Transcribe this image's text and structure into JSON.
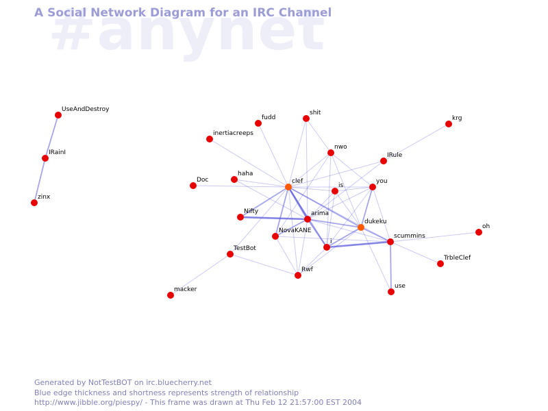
{
  "header": {
    "watermark": "#anynet",
    "title": "A Social Network Diagram for an IRC Channel"
  },
  "colors": {
    "edge": "#5b5bdd",
    "node": "#e80000",
    "node_highlight": "#ff5a00"
  },
  "graph": {
    "nodes": [
      {
        "id": "UseAndDestroy",
        "label": "UseAndDestroy"
      },
      {
        "id": "IRainI",
        "label": "IRainI"
      },
      {
        "id": "zinx",
        "label": "zinx"
      },
      {
        "id": "fudd",
        "label": "fudd"
      },
      {
        "id": "shit",
        "label": "shit"
      },
      {
        "id": "krg",
        "label": "krg"
      },
      {
        "id": "inertiacreeps",
        "label": "inertiacreeps"
      },
      {
        "id": "nwo",
        "label": "nwo"
      },
      {
        "id": "IRule",
        "label": "IRule"
      },
      {
        "id": "haha",
        "label": "haha"
      },
      {
        "id": "Doc",
        "label": "Doc"
      },
      {
        "id": "clef",
        "label": "clef",
        "highlight": true
      },
      {
        "id": "is",
        "label": "is"
      },
      {
        "id": "you",
        "label": "you"
      },
      {
        "id": "Nifty",
        "label": "Nifty"
      },
      {
        "id": "arima",
        "label": "arima"
      },
      {
        "id": "dukeku",
        "label": "dukeku",
        "highlight": true
      },
      {
        "id": "NovaKANE",
        "label": "NovaKANE"
      },
      {
        "id": "scummins",
        "label": "scummins"
      },
      {
        "id": "oh",
        "label": "oh"
      },
      {
        "id": "TestBot",
        "label": "TestBot"
      },
      {
        "id": "i",
        "label": "i"
      },
      {
        "id": "TrbleClef",
        "label": "TrbleClef"
      },
      {
        "id": "Rwf",
        "label": "Rwf"
      },
      {
        "id": "use",
        "label": "use"
      },
      {
        "id": "macker",
        "label": "macker"
      }
    ],
    "edges": [
      {
        "source": "UseAndDestroy",
        "target": "IRainI",
        "weight": 2
      },
      {
        "source": "IRainI",
        "target": "zinx",
        "weight": 2
      },
      {
        "source": "inertiacreeps",
        "target": "clef",
        "weight": 1
      },
      {
        "source": "fudd",
        "target": "clef",
        "weight": 1
      },
      {
        "source": "shit",
        "target": "clef",
        "weight": 1
      },
      {
        "source": "shit",
        "target": "nwo",
        "weight": 1
      },
      {
        "source": "shit",
        "target": "arima",
        "weight": 1
      },
      {
        "source": "krg",
        "target": "IRule",
        "weight": 1
      },
      {
        "source": "nwo",
        "target": "clef",
        "weight": 1
      },
      {
        "source": "nwo",
        "target": "you",
        "weight": 1
      },
      {
        "source": "nwo",
        "target": "NovaKANE",
        "weight": 1
      },
      {
        "source": "nwo",
        "target": "dukeku",
        "weight": 1
      },
      {
        "source": "nwo",
        "target": "i",
        "weight": 1
      },
      {
        "source": "IRule",
        "target": "clef",
        "weight": 1
      },
      {
        "source": "IRule",
        "target": "arima",
        "weight": 1
      },
      {
        "source": "haha",
        "target": "clef",
        "weight": 1
      },
      {
        "source": "haha",
        "target": "arima",
        "weight": 1
      },
      {
        "source": "Doc",
        "target": "clef",
        "weight": 1
      },
      {
        "source": "clef",
        "target": "is",
        "weight": 1
      },
      {
        "source": "clef",
        "target": "you",
        "weight": 1
      },
      {
        "source": "clef",
        "target": "Nifty",
        "weight": 2
      },
      {
        "source": "clef",
        "target": "arima",
        "weight": 3
      },
      {
        "source": "clef",
        "target": "dukeku",
        "weight": 2
      },
      {
        "source": "clef",
        "target": "NovaKANE",
        "weight": 2
      },
      {
        "source": "clef",
        "target": "i",
        "weight": 2
      },
      {
        "source": "clef",
        "target": "Rwf",
        "weight": 1
      },
      {
        "source": "clef",
        "target": "scummins",
        "weight": 1
      },
      {
        "source": "clef",
        "target": "TestBot",
        "weight": 1
      },
      {
        "source": "is",
        "target": "you",
        "weight": 1
      },
      {
        "source": "is",
        "target": "arima",
        "weight": 1
      },
      {
        "source": "is",
        "target": "dukeku",
        "weight": 1
      },
      {
        "source": "is",
        "target": "i",
        "weight": 1
      },
      {
        "source": "you",
        "target": "arima",
        "weight": 1
      },
      {
        "source": "you",
        "target": "dukeku",
        "weight": 2
      },
      {
        "source": "you",
        "target": "scummins",
        "weight": 1
      },
      {
        "source": "you",
        "target": "i",
        "weight": 1
      },
      {
        "source": "Nifty",
        "target": "arima",
        "weight": 3
      },
      {
        "source": "arima",
        "target": "dukeku",
        "weight": 2
      },
      {
        "source": "arima",
        "target": "NovaKANE",
        "weight": 2
      },
      {
        "source": "arima",
        "target": "i",
        "weight": 2
      },
      {
        "source": "arima",
        "target": "scummins",
        "weight": 1
      },
      {
        "source": "arima",
        "target": "Rwf",
        "weight": 1
      },
      {
        "source": "dukeku",
        "target": "scummins",
        "weight": 2
      },
      {
        "source": "dukeku",
        "target": "i",
        "weight": 2
      },
      {
        "source": "dukeku",
        "target": "Rwf",
        "weight": 1
      },
      {
        "source": "dukeku",
        "target": "use",
        "weight": 1
      },
      {
        "source": "NovaKANE",
        "target": "scummins",
        "weight": 1
      },
      {
        "source": "NovaKANE",
        "target": "Rwf",
        "weight": 1
      },
      {
        "source": "scummins",
        "target": "oh",
        "weight": 1
      },
      {
        "source": "scummins",
        "target": "TrbleClef",
        "weight": 1
      },
      {
        "source": "scummins",
        "target": "use",
        "weight": 2
      },
      {
        "source": "scummins",
        "target": "i",
        "weight": 3
      },
      {
        "source": "TestBot",
        "target": "macker",
        "weight": 1
      },
      {
        "source": "TestBot",
        "target": "Rwf",
        "weight": 1
      },
      {
        "source": "i",
        "target": "Rwf",
        "weight": 1
      }
    ]
  },
  "footer": {
    "line1": "Generated by NotTestBOT on irc.bluecherry.net",
    "line2": "Blue edge thickness and shortness represents strength of relationship",
    "line3": "http://www.jibble.org/piespy/ - This frame was drawn at Thu Feb 12 21:57:00 EST 2004"
  }
}
